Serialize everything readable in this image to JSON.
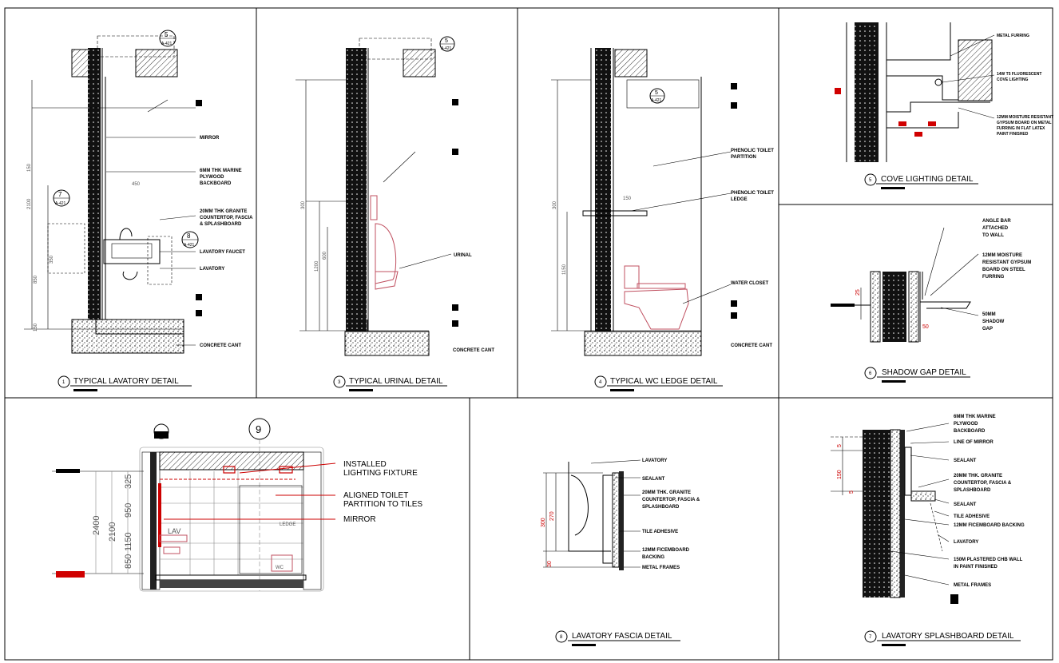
{
  "details": [
    {
      "number": "1",
      "title": "TYPICAL LAVATORY DETAIL",
      "labels": [
        "MIRROR",
        "6MM THK MARINE",
        "PLYWOOD",
        "BACKBOARD",
        "20MM THK GRANITE",
        "COUNTERTOP, FASCIA",
        "& SPLASHBOARD",
        "LAVATORY FAUCET",
        "LAVATORY",
        "CONCRETE CANT"
      ],
      "tags": [
        "5",
        "A-421",
        "7",
        "A-421",
        "8",
        "A-421"
      ],
      "dims": [
        "150",
        "2100",
        "450",
        "350",
        "850",
        "150"
      ]
    },
    {
      "number": "3",
      "title": "TYPICAL URINAL DETAIL",
      "labels": [
        "URINAL",
        "CONCRETE CANT"
      ],
      "tags": [
        "5",
        "A-421"
      ],
      "dims": [
        "300",
        "600",
        "1200"
      ]
    },
    {
      "number": "4",
      "title": "TYPICAL WC LEDGE DETAIL",
      "labels": [
        "PHENOLIC TOILET",
        "PARTITION",
        "PHENOLIC TOILET",
        "LEDGE",
        "WATER CLOSET",
        "CONCRETE CANT"
      ],
      "tags": [
        "5",
        "A-421"
      ],
      "dims": [
        "300",
        "1150",
        "150"
      ]
    },
    {
      "number": "5",
      "title": "COVE LIGHTING DETAIL",
      "labels": [
        "METAL FURRING",
        "14W T5 FLUORESCENT",
        "COVE LIGHTING",
        "12MM MOISTURE RESISTANT",
        "GYPSUM BOARD ON METAL",
        "FURRING IN FLAT LATEX",
        "PAINT FINISHED"
      ]
    },
    {
      "number": "6",
      "title": "SHADOW GAP DETAIL",
      "labels": [
        "ANGLE BAR",
        "ATTACHED",
        "TO WALL",
        "12MM MOISTURE",
        "RESISTANT GYPSUM",
        "BOARD ON STEEL",
        "FURRING",
        "50MM",
        "SHADOW",
        "GAP"
      ],
      "dims": [
        "25",
        "50"
      ]
    },
    {
      "number": "9",
      "title": "",
      "labels": [
        "INSTALLED",
        "LIGHTING FIXTURE",
        "ALIGNED TOILET",
        "PARTITION TO TILES",
        "MIRROR",
        "LEDGE",
        "LAV",
        "WC"
      ],
      "dims": [
        "2400",
        "2100",
        "325",
        "950",
        "1150",
        "850"
      ]
    },
    {
      "number": "8",
      "title": "LAVATORY FASCIA DETAIL",
      "labels": [
        "LAVATORY",
        "SEALANT",
        "20MM THK. GRANITE",
        "COUNTERTOP, FASCIA &",
        "SPLASHBOARD",
        "TILE ADHESIVE",
        "12MM FICEMBOARD",
        "BACKING",
        "METAL FRAMES"
      ],
      "dims": [
        "300",
        "270",
        "30"
      ]
    },
    {
      "number": "7",
      "title": "LAVATORY SPLASHBOARD DETAIL",
      "labels": [
        "6MM THK MARINE",
        "PLYWOOD",
        "BACKBOARD",
        "LINE OF MIRROR",
        "SEALANT",
        "20MM THK. GRANITE",
        "COUNTERTOP, FASCIA &",
        "SPLASHBOARD",
        "SEALANT",
        "TILE ADHESIVE",
        "12MM FICEMBOARD BACKING",
        "LAVATORY",
        "150M PLASTERED CHB WALL",
        "IN PAINT FINISHED",
        "METAL FRAMES"
      ],
      "dims": [
        "5",
        "150",
        "5"
      ]
    }
  ],
  "colors": {
    "line": "#000000",
    "accent": "#cc0000",
    "fixture": "#c05060"
  }
}
